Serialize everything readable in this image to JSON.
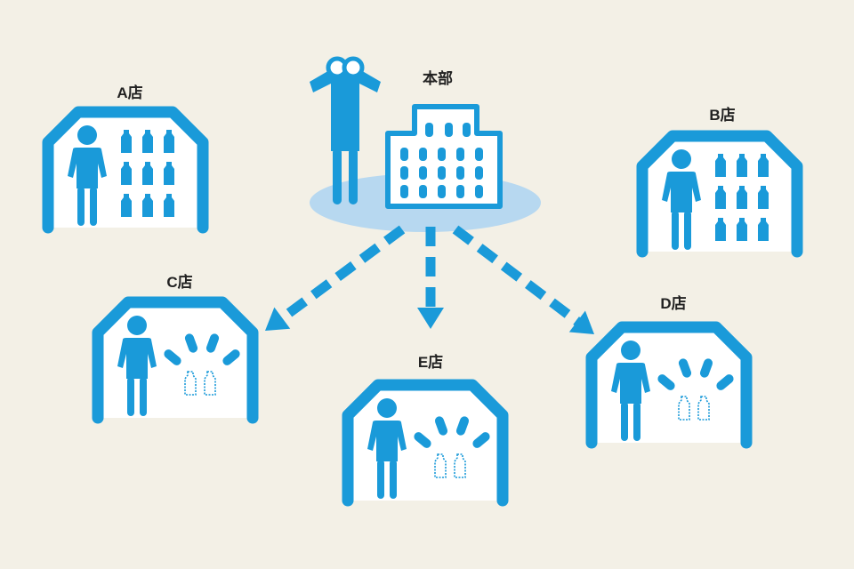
{
  "headquarters": {
    "label": "本部"
  },
  "stores": [
    {
      "id": "a",
      "label": "A店",
      "stock": "full"
    },
    {
      "id": "b",
      "label": "B店",
      "stock": "full"
    },
    {
      "id": "c",
      "label": "C店",
      "stock": "empty"
    },
    {
      "id": "d",
      "label": "D店",
      "stock": "empty"
    },
    {
      "id": "e",
      "label": "E店",
      "stock": "empty"
    }
  ],
  "colors": {
    "primary": "#1a9ad9",
    "ellipse": "#b7d8f0",
    "background": "#f3f0e6"
  }
}
